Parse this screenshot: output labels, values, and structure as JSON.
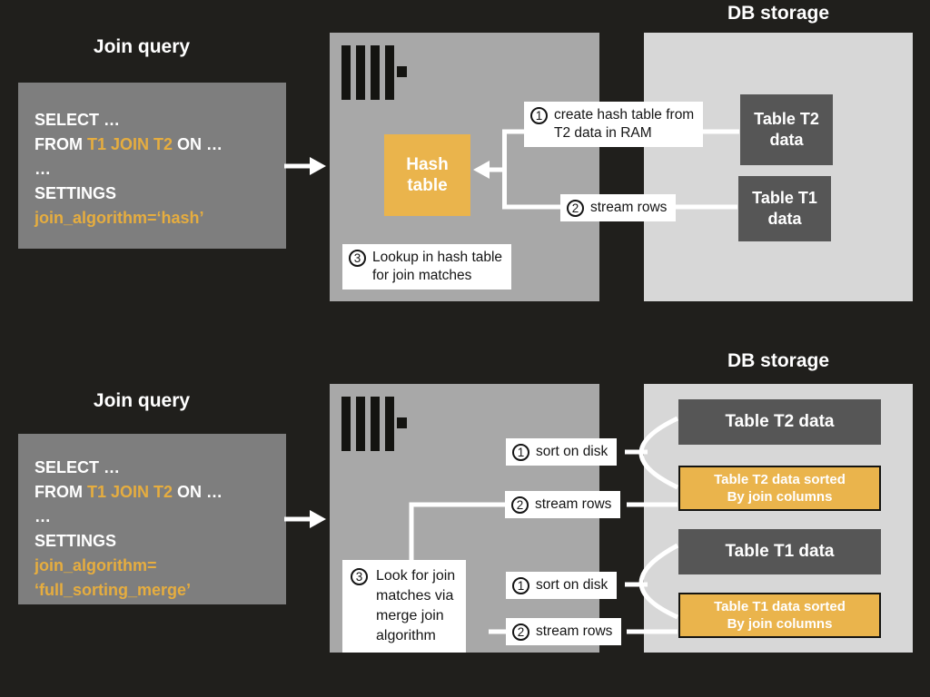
{
  "colors": {
    "background": "#201f1c",
    "query_box": "#7e7e7e",
    "server_box": "#a8a8a8",
    "db_box": "#d7d7d7",
    "table_box": "#565656",
    "accent_yellow": "#eab44c",
    "text_white": "#ffffff",
    "text_black": "#151515"
  },
  "top": {
    "title": "Join query",
    "db_title": "DB storage",
    "query": {
      "line1": "SELECT …",
      "line2_from": "FROM ",
      "line2_tables": "T1 JOIN T2",
      "line2_on": " ON …",
      "line3": "…",
      "line4": "SETTINGS",
      "line5": "join_algorithm=‘hash’"
    },
    "hash_table": {
      "line1": "Hash",
      "line2": "table"
    },
    "annotations": {
      "a1_num": "1",
      "a1_line1": "create hash table from",
      "a1_line2": "T2 data in RAM",
      "a2_num": "2",
      "a2_text": "stream rows",
      "a3_num": "3",
      "a3_line1": "Lookup in hash table",
      "a3_line2": "for join matches"
    },
    "t2_box": {
      "line1": "Table T2",
      "line2": "data"
    },
    "t1_box": {
      "line1": "Table T1",
      "line2": "data"
    }
  },
  "bottom": {
    "title": "Join query",
    "db_title": "DB storage",
    "query": {
      "line1": "SELECT …",
      "line2_from": "FROM ",
      "line2_tables": "T1 JOIN T2",
      "line2_on": " ON …",
      "line3": "…",
      "line4": "SETTINGS",
      "line5": "join_algorithm=",
      "line6": "‘full_sorting_merge’"
    },
    "annotations": {
      "sort1_num": "1",
      "sort1_text": "sort on disk",
      "stream1_num": "2",
      "stream1_text": "stream rows",
      "look_num": "3",
      "look_line1": "Look for join",
      "look_line2": "matches via",
      "look_line3": "merge join",
      "look_line4": "algorithm",
      "sort2_num": "1",
      "sort2_text": "sort on disk",
      "stream2_num": "2",
      "stream2_text": "stream rows"
    },
    "t2_data": "Table T2 data",
    "t2_sorted": {
      "line1": "Table T2 data sorted",
      "line2": "By join columns"
    },
    "t1_data": "Table T1 data",
    "t1_sorted": {
      "line1": "Table T1 data sorted",
      "line2": "By join columns"
    }
  }
}
